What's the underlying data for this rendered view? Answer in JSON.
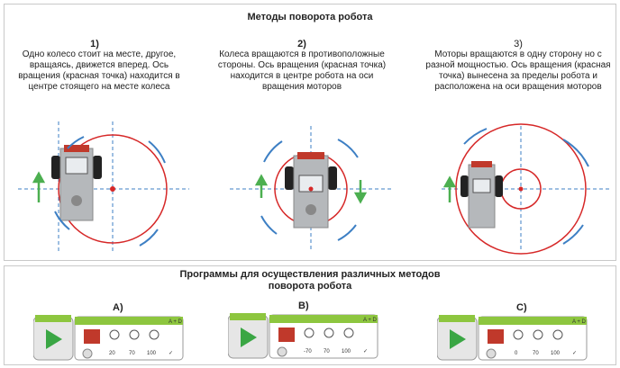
{
  "top": {
    "title": "Методы поворота робота",
    "methods": [
      {
        "num": "1)",
        "desc": "Одно колесо стоит на месте, другое, вращаясь, движется вперед. Ось вращения (красная точка) находится в центре стоящего на месте колеса"
      },
      {
        "num": "2)",
        "desc": "Колеса вращаются в противоположные стороны. Ось вращения (красная точка) находится в центре робота на оси вращения моторов"
      },
      {
        "num": "3)",
        "desc": "Моторы вращаются в одну сторону но с разной мощностью. Ось вращения (красная точка) вынесена за пределы робота и расположена на оси вращения моторов"
      }
    ]
  },
  "bottom": {
    "title_line1": "Программы для осуществления различных методов",
    "title_line2": "поворота робота",
    "programs": [
      {
        "label": "А)",
        "port": "A + D",
        "values": [
          "20",
          "70",
          "100"
        ]
      },
      {
        "label": "В)",
        "port": "A + D",
        "values": [
          "-70",
          "70",
          "100"
        ]
      },
      {
        "label": "С)",
        "port": "A + D",
        "values": [
          "0",
          "70",
          "100"
        ]
      }
    ]
  },
  "colors": {
    "red": "#d62828",
    "blue": "#3d7fc4",
    "green": "#4caf50",
    "block_green": "#8dc63f"
  }
}
